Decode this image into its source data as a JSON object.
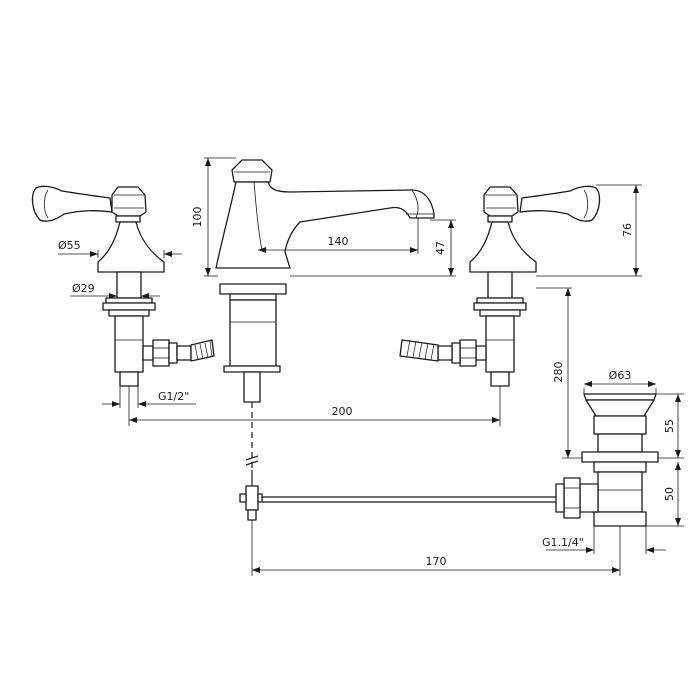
{
  "dimensions": {
    "spout_height": "100",
    "spout_reach": "140",
    "spout_outlet_height": "47",
    "handle_height": "76",
    "flange_diameter": "Ø55",
    "body_diameter": "Ø29",
    "inlet_thread": "G1/2\"",
    "centre_distance": "200",
    "waste_flange_diameter": "Ø63",
    "waste_length": "280",
    "waste_upper": "55",
    "waste_lower": "50",
    "waste_thread": "G1.1/4\"",
    "rod_length": "170"
  }
}
